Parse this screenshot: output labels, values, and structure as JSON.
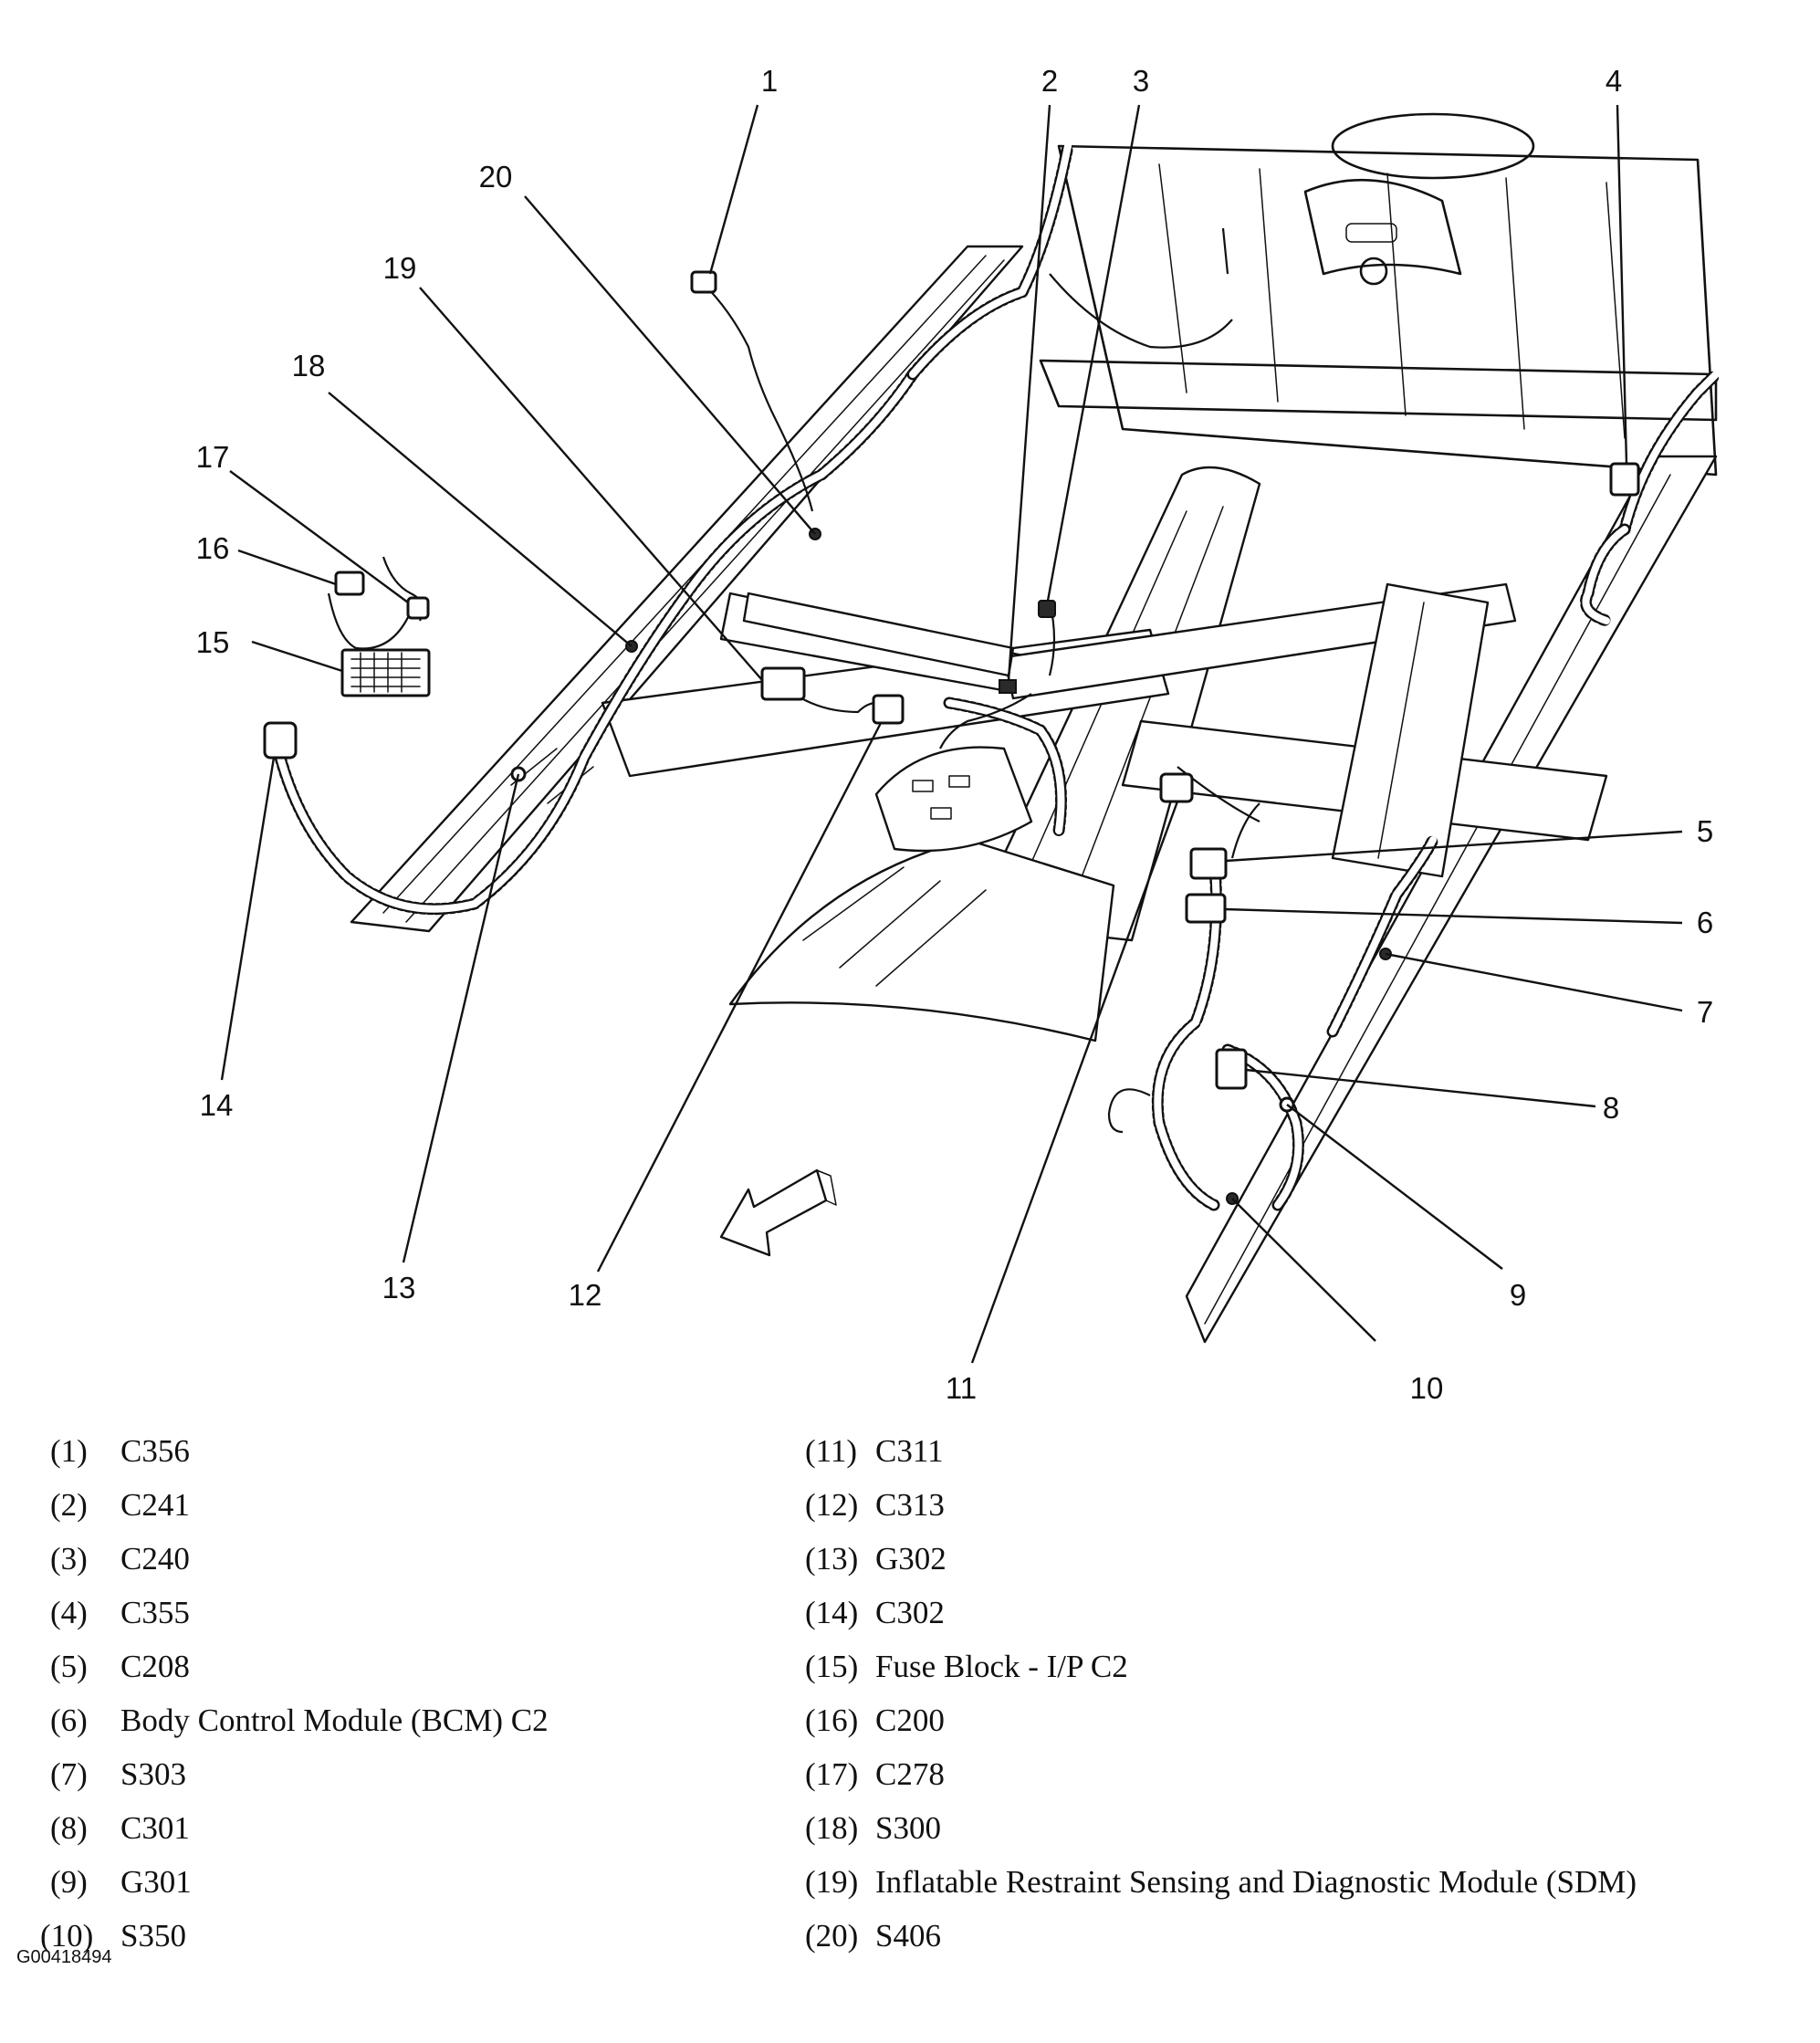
{
  "callouts": [
    "1",
    "2",
    "3",
    "4",
    "5",
    "6",
    "7",
    "8",
    "9",
    "10",
    "11",
    "12",
    "13",
    "14",
    "15",
    "16",
    "17",
    "18",
    "19",
    "20"
  ],
  "legend": {
    "left": [
      {
        "num": "(1)",
        "label": "C356"
      },
      {
        "num": "(2)",
        "label": "C241"
      },
      {
        "num": "(3)",
        "label": "C240"
      },
      {
        "num": "(4)",
        "label": "C355"
      },
      {
        "num": "(5)",
        "label": "C208"
      },
      {
        "num": "(6)",
        "label": "Body Control Module (BCM) C2"
      },
      {
        "num": "(7)",
        "label": "S303"
      },
      {
        "num": "(8)",
        "label": "C301"
      },
      {
        "num": "(9)",
        "label": "G301"
      },
      {
        "num": "(10)",
        "label": "S350"
      }
    ],
    "right": [
      {
        "num": "(11)",
        "label": "C311"
      },
      {
        "num": "(12)",
        "label": "C313"
      },
      {
        "num": "(13)",
        "label": "G302"
      },
      {
        "num": "(14)",
        "label": "C302"
      },
      {
        "num": "(15)",
        "label": "Fuse Block - I/P C2"
      },
      {
        "num": "(16)",
        "label": "C200"
      },
      {
        "num": "(17)",
        "label": "C278"
      },
      {
        "num": "(18)",
        "label": "S300"
      },
      {
        "num": "(19)",
        "label": "Inflatable Restraint Sensing and Diagnostic Module (SDM)"
      },
      {
        "num": "(20)",
        "label": "S406"
      }
    ]
  },
  "figure_id": "G00418494",
  "icons": {
    "direction": "front-direction-arrow-icon"
  }
}
